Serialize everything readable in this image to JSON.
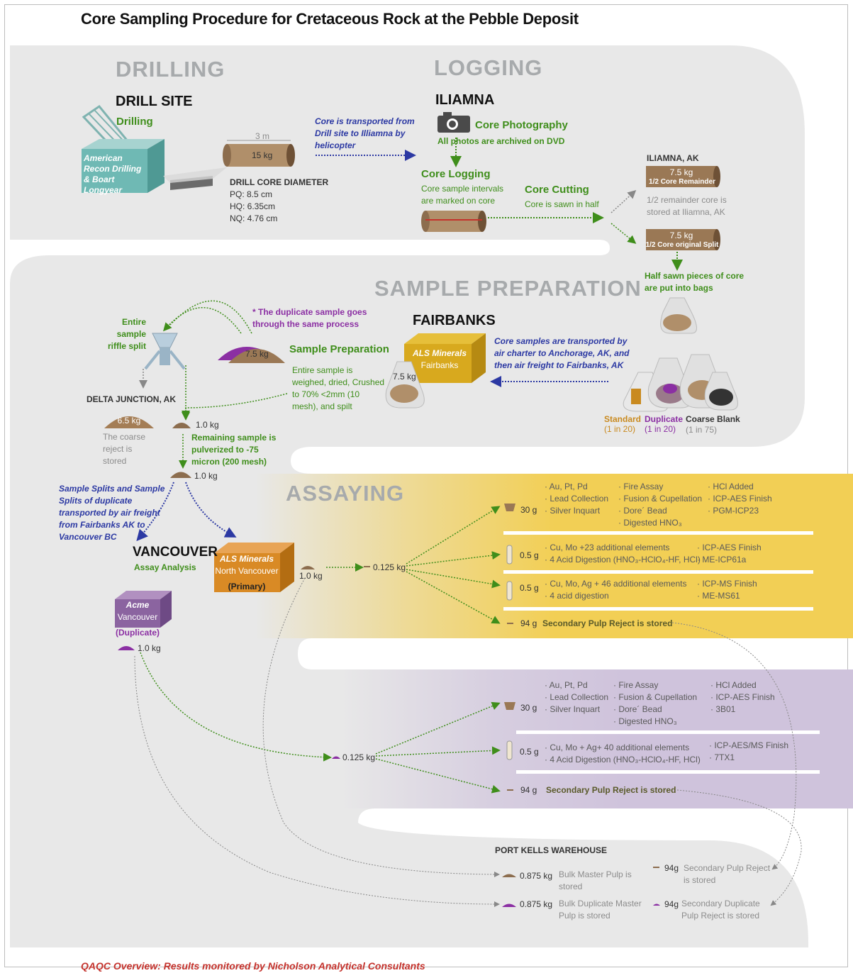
{
  "title": "Core Sampling Procedure for Cretaceous Rock at the Pebble Deposit",
  "sections": {
    "drilling": "DRILLING",
    "logging": "LOGGING",
    "sample_prep": "SAMPLE PREPARATION",
    "assaying": "ASSAYING"
  },
  "drill": {
    "place": "DRILL SITE",
    "step": "Drilling",
    "rig": "American Recon Drilling & Boart Longyear",
    "length": "3 m",
    "weight": "15 kg",
    "diameter_title": "DRILL CORE DIAMETER",
    "diameters": [
      "PQ: 8.5 cm",
      "HQ: 6.35cm",
      "NQ: 4.76 cm"
    ],
    "transport": "Core is transported from Drill site to Illiamna by helicopter"
  },
  "logging": {
    "place": "ILIAMNA",
    "photo_title": "Core Photography",
    "photo_note": "All photos are archived on DVD",
    "log_title": "Core Logging",
    "log_note": "Core sample intervals are marked on core",
    "cut_title": "Core Cutting",
    "cut_note": "Core is sawn in half",
    "ak_place": "ILIAMNA, AK",
    "remainder_weight": "7.5 kg",
    "remainder_label": "1/2 Core Remainder",
    "remainder_note": "1/2 remainder core is stored at Iliamna, AK",
    "split_weight": "7.5 kg",
    "split_label": "1/2 Core original Split",
    "bag_note": "Half sawn pieces of core are put into bags"
  },
  "prep": {
    "fairbanks": "FAIRBANKS",
    "als": "ALS Minerals",
    "als_sub": "Fairbanks",
    "bag_weight": "7.5 kg",
    "transport": "Core samples are transported by air charter to Anchorage, AK, and then air freight to Fairbanks, AK",
    "qc": [
      {
        "label": "Standard",
        "rate": "(1 in 20)"
      },
      {
        "label": "Duplicate",
        "rate": "(1 in 20)"
      },
      {
        "label": "Coarse Blank",
        "rate": "(1 in 75)"
      }
    ],
    "prep_title": "Sample Preparation",
    "prep_note": "Entire sample is weighed, dried, Crushed to 70% <2mm (10 mesh), and spilt",
    "pile_weight": "7.5 kg",
    "dup_note": "* The duplicate sample goes through the same process",
    "riffle": "Entire sample riffle split",
    "delta": "DELTA JUNCTION, AK",
    "reject_weight": "6.5 kg",
    "reject_note": "The coarse reject is stored",
    "split_weight": "1.0 kg",
    "pulverize": "Remaining sample is pulverized to -75 micron (200 mesh)",
    "pulp_weight": "1.0 kg"
  },
  "assay": {
    "splits_note": "Sample Splits and Sample Splits of duplicate transported by air freight from Fairbanks AK to Vancouver BC",
    "vancouver": "VANCOUVER",
    "vancouver_sub": "Assay Analysis",
    "als": "ALS Minerals",
    "als_sub": "North Vancouver",
    "als_role": "(Primary)",
    "als_weight": "1.0 kg",
    "als_split": "0.125 kg",
    "acme": "Acme",
    "acme_sub": "Vancouver",
    "acme_role": "(Duplicate)",
    "acme_weight": "1.0 kg",
    "acme_split": "0.125 kg",
    "primary_rows": [
      {
        "amount": "30 g",
        "c1": [
          "· Au, Pt, Pd",
          "· Lead Collection",
          "· Silver Inquart"
        ],
        "c2": [
          "· Fire Assay",
          "· Fusion & Cupellation",
          "· Dore´ Bead",
          "· Digested HNO₃"
        ],
        "c3": [
          "· HCl Added",
          "· ICP-AES Finish",
          "· PGM-ICP23"
        ]
      },
      {
        "amount": "0.5 g",
        "c1": [
          "· Cu, Mo +23 additional elements",
          "· 4 Acid Digestion (HNO₃-HClO₄-HF, HCl)"
        ],
        "c3": [
          "· ICP-AES Finish",
          "· ME-ICP61a"
        ]
      },
      {
        "amount": "0.5 g",
        "c1": [
          "· Cu, Mo, Ag + 46  additional elements",
          "· 4 acid digestion"
        ],
        "c3": [
          "· ICP-MS Finish",
          "· ME-MS61"
        ]
      }
    ],
    "primary_reject_amount": "94 g",
    "primary_reject": "Secondary Pulp Reject is stored",
    "dup_rows": [
      {
        "amount": "30 g",
        "c1": [
          "· Au, Pt, Pd",
          "· Lead Collection",
          "· Silver Inquart"
        ],
        "c2": [
          "· Fire Assay",
          "· Fusion & Cupellation",
          "· Dore´ Bead",
          "· Digested HNO₃"
        ],
        "c3": [
          "· HCl Added",
          "· ICP-AES Finish",
          "· 3B01"
        ]
      },
      {
        "amount": "0.5 g",
        "c1": [
          "· Cu, Mo + Ag+ 40 additional elements",
          "· 4 Acid Digestion (HNO₃-HClO₄-HF, HCl)"
        ],
        "c3": [
          "· ICP-AES/MS Finish",
          "· 7TX1"
        ]
      }
    ],
    "dup_reject_amount": "94 g",
    "dup_reject": "Secondary Pulp Reject is stored"
  },
  "warehouse": {
    "title": "PORT KELLS WAREHOUSE",
    "bulk_master_amount": "0.875 kg",
    "bulk_master": "Bulk Master Pulp is stored",
    "bulk_dup_amount": "0.875 kg",
    "bulk_dup": "Bulk Duplicate Master Pulp is stored",
    "sec_reject_amount": "94g",
    "sec_reject": "Secondary Pulp Reject is stored",
    "sec_dup_amount": "94g",
    "sec_dup": "Secondary Duplicate Pulp Reject is stored"
  },
  "footer": "QAQC Overview: Results monitored by Nicholson Analytical Consultants",
  "colors": {
    "green": "#3f8e1b",
    "blue": "#2c39a3",
    "purple": "#8b2fa3",
    "yellow": "#f2cf55",
    "lavender": "#cfc3dc",
    "band": "#e8e8e8"
  }
}
